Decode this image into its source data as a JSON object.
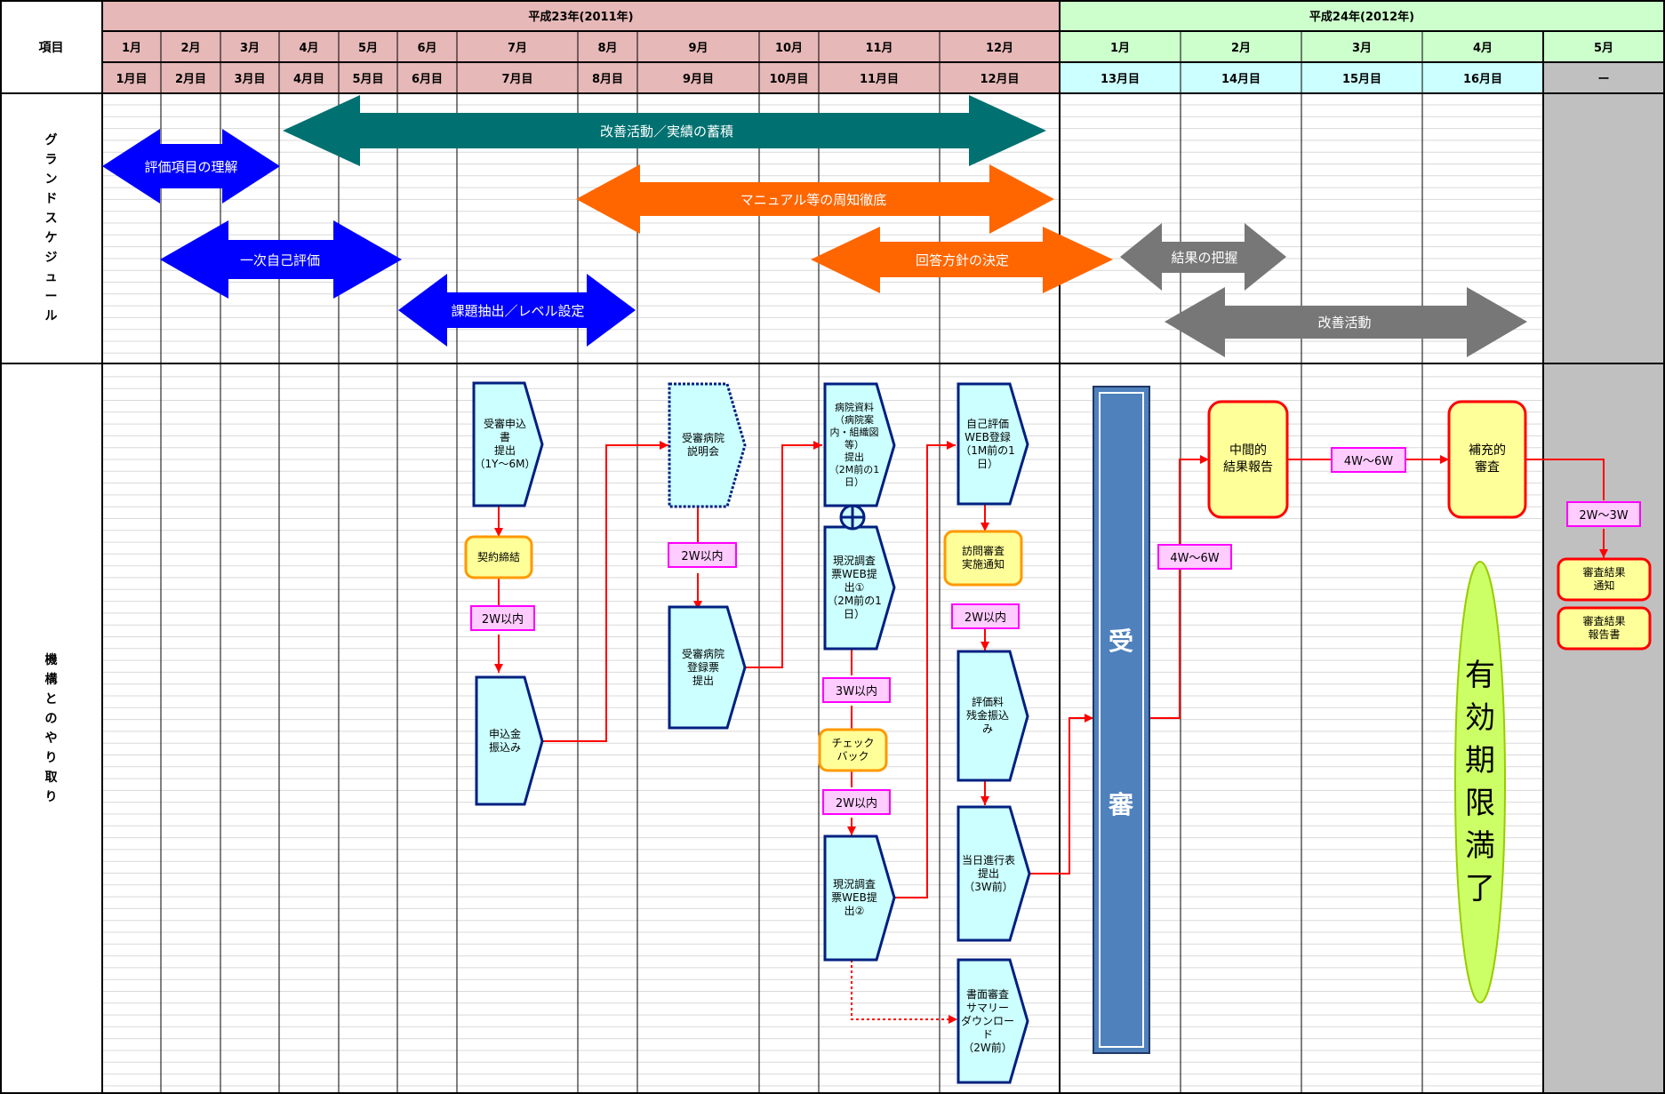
{
  "header": {
    "item_label": "項目",
    "year_2011": "平成23年(2011年)",
    "year_2012": "平成24年(2012年)",
    "months": [
      "1月",
      "2月",
      "3月",
      "4月",
      "5月",
      "6月",
      "7月",
      "8月",
      "9月",
      "10月",
      "11月",
      "12月",
      "1月",
      "2月",
      "3月",
      "4月",
      "5月"
    ],
    "elapsed": [
      "1月目",
      "2月目",
      "3月目",
      "4月目",
      "5月目",
      "6月目",
      "7月目",
      "8月目",
      "9月目",
      "10月目",
      "11月目",
      "12月目",
      "13月目",
      "14月目",
      "15月目",
      "16月目",
      "ー"
    ]
  },
  "rows": {
    "grand_schedule_label": "グランドスケジュール",
    "exchange_label": "機構とのやり取り"
  },
  "colors": {
    "header_2011": "#e6b8b7",
    "header_2012": "#ccffcc",
    "elapsed_2012": "#ccffff",
    "gray_column": "#c0c0c0",
    "blue_arrow": "#0000ff",
    "teal_arrow": "#007070",
    "orange_arrow": "#ff6600",
    "gray_arrow": "#777777",
    "flow_line": "#ff0000",
    "pentagon_fill": "#ccffff",
    "pentagon_border": "#002080",
    "rounded_fill": "#ffff99",
    "duration_fill": "#ffccff",
    "duration_border": "#ff00ff",
    "jushin_fill": "#4f81bd",
    "yuko_fill": "#ccff66"
  },
  "schedule_arrows": [
    {
      "id": "hyoka-rikai",
      "label": "評価項目の理解",
      "color": "blue"
    },
    {
      "id": "kaizen-chikuseki",
      "label": "改善活動／実績の蓄積",
      "color": "teal"
    },
    {
      "id": "manual",
      "label": "マニュアル等の周知徹底",
      "color": "orange"
    },
    {
      "id": "jiko-hyoka",
      "label": "一次自己評価",
      "color": "blue"
    },
    {
      "id": "kaito-hoshin",
      "label": "回答方針の決定",
      "color": "orange"
    },
    {
      "id": "kekka-haaku",
      "label": "結果の把握",
      "color": "gray"
    },
    {
      "id": "kadai",
      "label": "課題抽出／レベル設定",
      "color": "blue"
    },
    {
      "id": "kaizen",
      "label": "改善活動",
      "color": "gray"
    }
  ],
  "flow": {
    "boxes": {
      "juushin_moshikomi": "受審申込\n書\n提出\n（1Y～6M）",
      "keiyaku": "契約締結",
      "moshikomi_furikomi": "申込金\n振込み",
      "setsumeikai": "受審病院\n説明会",
      "toroku": "受審病院\n登録票\n提出",
      "byoin_shiryo": "病院資料\n（病院案\n内・組織図\n等）\n提出\n（2M前の1\n日）",
      "genkyo1": "現況調査\n票WEB提\n出①\n（2M前の1\n日）",
      "check_back": "チェック\nバック",
      "genkyo2": "現況調査\n票WEB提\n出②",
      "jiko_web": "自己評価\nWEB登録\n（1M前の1\n日）",
      "homon_tsuchi": "訪問審査\n実施通知",
      "zankin": "評価料\n残金振込\nみ",
      "tojitsu": "当日進行表\n提出\n（3W前）",
      "shomen": "書面審査\nサマリー\nダウンロー\nド\n（2W前）",
      "chukan": "中間的\n結果報告",
      "hoju": "補充的\n審査",
      "kekka_tsuchi": "審査結果\n通知",
      "kekka_hokoku": "審査結果\n報告書"
    },
    "durations": {
      "d_keiyaku": "2W以内",
      "d_setsumei": "2W以内",
      "d_genkyo": "3W以内",
      "d_check": "2W以内",
      "d_homon": "2W以内",
      "d_jushin": "4W～6W",
      "d_chukan": "4W～6W",
      "d_hoju": "2W～3W"
    },
    "jushin": [
      "受",
      "審"
    ],
    "yuko": [
      "有",
      "効",
      "期",
      "限",
      "満",
      "了"
    ]
  }
}
